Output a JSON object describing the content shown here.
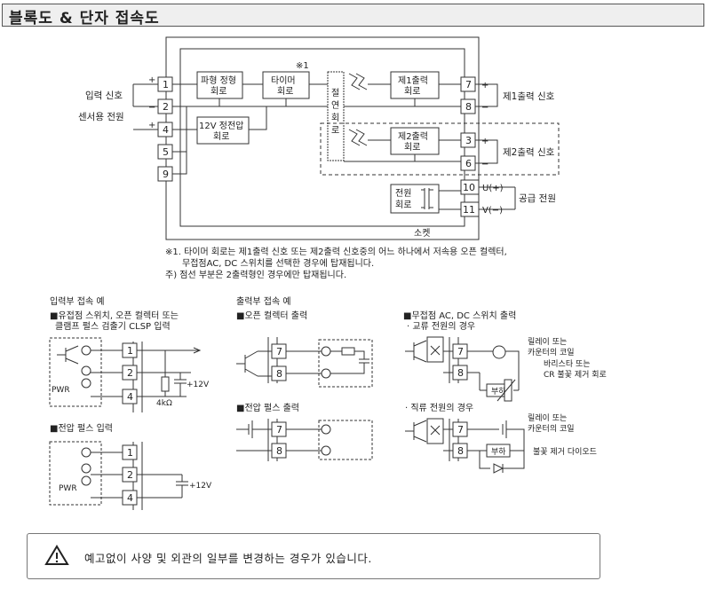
{
  "title": "블록도 & 단자 접속도",
  "block": {
    "star1": "※1",
    "pulse_shaping": [
      "파형 정형",
      "회로"
    ],
    "timer": [
      "타이머",
      "회로"
    ],
    "regulator": [
      "12V 정전압",
      "회로"
    ],
    "isolation": [
      "절",
      "연",
      "회",
      "로"
    ],
    "out1": [
      "제1출력",
      "회로"
    ],
    "out2": [
      "제2출력",
      "회로"
    ],
    "power": [
      "전원",
      "회로"
    ],
    "socket": "소켓",
    "input_signal": "입력 신호",
    "sensor_power": "센서용 전원",
    "out1_signal": "제1출력 신호",
    "out2_signal": "제2출력 신호",
    "supply_power": "공급 전원",
    "u_plus": "U(+)",
    "v_minus": "V(−)",
    "terminals": [
      "1",
      "2",
      "4",
      "5",
      "9",
      "7",
      "8",
      "3",
      "6",
      "10",
      "11"
    ],
    "plus": "+",
    "minus": "−"
  },
  "notes": [
    "※1. 타이머 회로는 제1출력 신호 또는 제2출력 신호중의 어느 하나에서 저속용 오픈 컬렉터,",
    "무접점AC, DC 스위치를 선택한 경우에 탑재됩니다.",
    "주) 점선 부분은 2출력형인 경우에만 탑재됩니다."
  ],
  "examples": {
    "input_header": "입력부 접속 예",
    "input1_title": [
      "■유접점 스위치, 오픈 컬렉터 또는",
      "클램프 펄스 검출기 CLSP 입력"
    ],
    "input2_title": "■전압 펄스 입력",
    "pwr": "PWR",
    "v12": "+12V",
    "r4k": "4kΩ",
    "output_header": "출력부 접속 예",
    "oc_title": "■오픈 컬렉터 출력",
    "vp_title": "■전압 펄스 출력",
    "ssr_title": "■무접점 AC, DC 스위치 출력",
    "ac_case": "· 교류 전원의 경우",
    "dc_case": "· 직류 전원의 경우",
    "relay_coil": [
      "릴레이 또는",
      "카운터의 코일"
    ],
    "varistor": [
      "바리스타 또는",
      "CR 불꽃 제거 회로"
    ],
    "load": "부하",
    "spark_diode": "불꽃 제거 다이오드"
  },
  "notice": "예고없이 사양 및 외관의 일부를 변경하는 경우가 있습니다."
}
